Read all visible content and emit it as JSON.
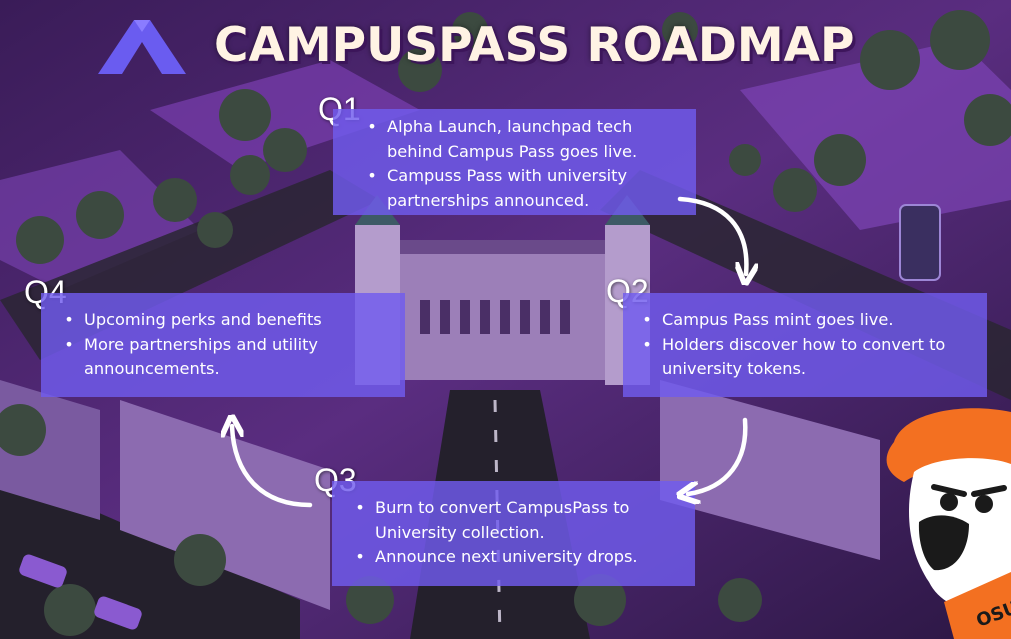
{
  "title": "CAMPUSPASS ROADMAP",
  "colors": {
    "card": "#705cee",
    "title": "#fff3e4",
    "logo": "#6a5cf0",
    "mascot_orange": "#f37021"
  },
  "icons": {
    "logo": "campuspass-logo-icon",
    "mascot": "pistol-pete-mascot-icon",
    "arrows": "curved-arrow-icon"
  },
  "quarters": [
    {
      "label": "Q1",
      "items": [
        "Alpha Launch, launchpad tech behind Campus Pass goes live.",
        "Campuss Pass with university partnerships announced."
      ]
    },
    {
      "label": "Q2",
      "items": [
        "Campus Pass mint goes live.",
        "Holders discover how to convert to university tokens."
      ]
    },
    {
      "label": "Q3",
      "items": [
        " Burn to convert CampusPass to University collection.",
        "Announce next  university drops."
      ]
    },
    {
      "label": "Q4",
      "items": [
        "Upcoming perks and benefits",
        "More partnerships and utility announcements."
      ]
    }
  ],
  "mascot_badge": "OSU"
}
